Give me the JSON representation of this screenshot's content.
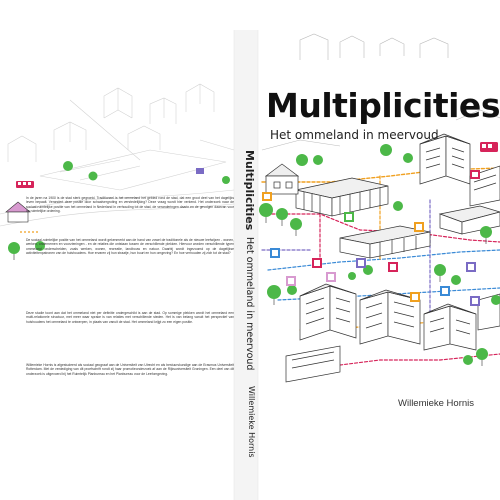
{
  "cover": {
    "title": "Multiplicities",
    "subtitle": "Het ommeland in meervoud",
    "author": "Willemieke Hornis"
  },
  "spine": {
    "title": "Multiplicities",
    "subtitle": "Het ommeland in meervoud",
    "author": "Willemieke Hornis"
  },
  "back_cover": {
    "paragraphs": [
      "In de jaren na 1900 is de stad sterk gegroeid. Traditioneel is het ommeland het gebied rond de stad, dat een groot deel van het dagelijks leven bepaalt. Verandert deze positie door schaalvergroting en verstedelijking? Deze vraag wordt hier verkend. Het onderzoek naar de sociaal-ruimtelijke positie van het ommeland in Nederland in verhouding tot de stad, de veranderingen daarin en de gevolgen daarvan voor de ruimtelijke ordening.",
      "De sociaal-ruimtelijke positie van het ommeland wordt gekenmerkt aan de hand van zowel de traditionele als de nieuwe leefwijzen - wonen, werken, ondernemen en voorzieningen - en de relaties die ontstaan tussen de verschillende plekken. Hiervoor worden verschillende typen ommeland onderscheiden, zoals werken, wonen, recreatie, landbouw en natuur. Daarbij wordt ingezoomd op de dagelijkse activiteitenpatronen van de huishoudens. Hoe ervaren zij hun straatje, hun buurt en hun omgeving? En hoe verhouden zij zich tot de stad?",
      "Deze studie toont aan dat het ommeland niet per definitie ondergeschikt is aan de stad. Op sommige plekken wordt het ommeland een multi-relationele structuur, met meer waar sprake is van relaties met verschillende steden. Het is van belang vanuit het perspectief van huishoudens het ommeland te ontwerpen, in plaats van vanuit de stad. Het ommeland krijgt zo een eigen positie.",
      "Willemieke Hornis is afgestudeerd als sociaal geograaf aan de Universiteit van Utrecht en als bestuurskundige aan de Erasmus Universiteit Rotterdam. Met de verdediging van dit proefschrift rondt zij haar promotieonderzoek af aan de Rijksuniversiteit Groningen. Een deel van dit onderzoek is uitgevoerd bij het Ruimtelijk Planbureau en het Planbureau voor de Leefomgeving."
    ]
  }
}
